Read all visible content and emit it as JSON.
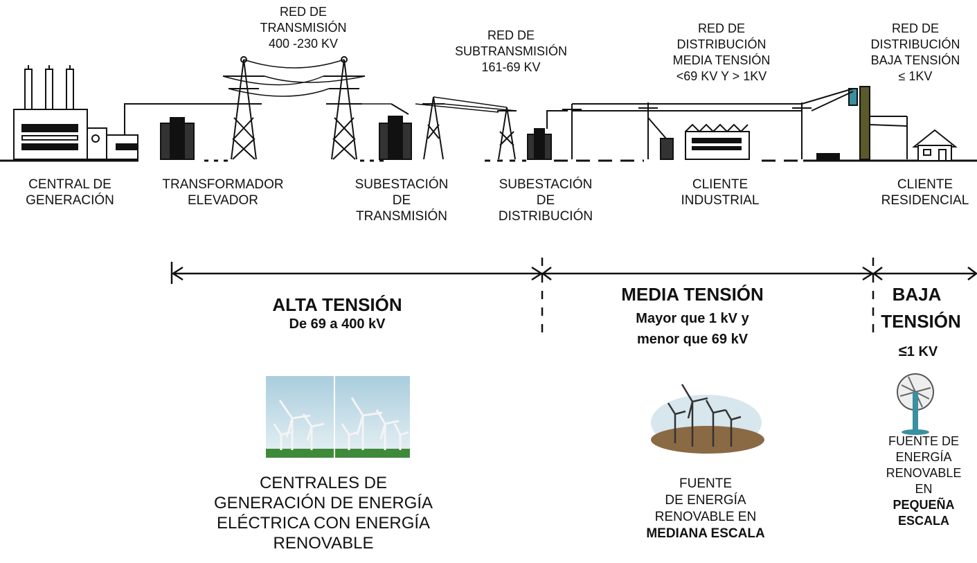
{
  "networks": {
    "transmission": [
      "RED DE",
      "TRANSMISIÓN",
      "400 -230 KV"
    ],
    "subtransmission": [
      "RED DE",
      "SUBTRANSMISIÓN",
      "161-69 KV"
    ],
    "dist_medium": [
      "RED DE",
      "DISTRIBUCIÓN",
      "MEDIA TENSIÓN",
      "<69 KV Y  > 1KV"
    ],
    "dist_low": [
      "RED DE",
      "DISTRIBUCIÓN",
      "BAJA TENSIÓN",
      "≤ 1KV"
    ]
  },
  "stations": {
    "generation": [
      "CENTRAL  DE",
      "GENERACIÓN"
    ],
    "step_up": [
      "TRANSFORMADOR",
      "ELEVADOR"
    ],
    "trans_sub": [
      "SUBESTACIÓN",
      "DE",
      "TRANSMISIÓN"
    ],
    "dist_sub": [
      "SUBESTACIÓN",
      "DE",
      "DISTRIBUCIÓN"
    ],
    "industrial": [
      "CLIENTE",
      "INDUSTRIAL"
    ],
    "residential": [
      "CLIENTE",
      "RESIDENCIAL"
    ]
  },
  "zones": {
    "high": {
      "title": "ALTA TENSIÓN",
      "range": "De 69 a 400 kV"
    },
    "medium": {
      "title": "MEDIA TENSIÓN",
      "range_1": "Mayor que 1 kV y",
      "range_2": "menor que 69 kV"
    },
    "low": {
      "title_1": "BAJA",
      "title_2": "TENSIÓN",
      "range_symbol": "≤",
      "range_value": "1 KV"
    }
  },
  "captions": {
    "large": [
      "CENTRALES DE",
      "GENERACIÓN DE ENERGÍA",
      "ELÉCTRICA CON ENERGÍA",
      "RENOVABLE"
    ],
    "medium": [
      "FUENTE",
      "DE ENERGÍA",
      "RENOVABLE EN",
      "MEDIANA ESCALA"
    ],
    "small": [
      "FUENTE DE",
      "ENERGÍA",
      "RENOVABLE",
      "EN",
      "PEQUEÑA",
      "ESCALA"
    ]
  },
  "colors": {
    "line": "#111111",
    "sky": "#cfe3ee",
    "ground_green": "#3f8a3a",
    "pole_olive": "#5a5a2a",
    "teal": "#3a8fa0"
  }
}
